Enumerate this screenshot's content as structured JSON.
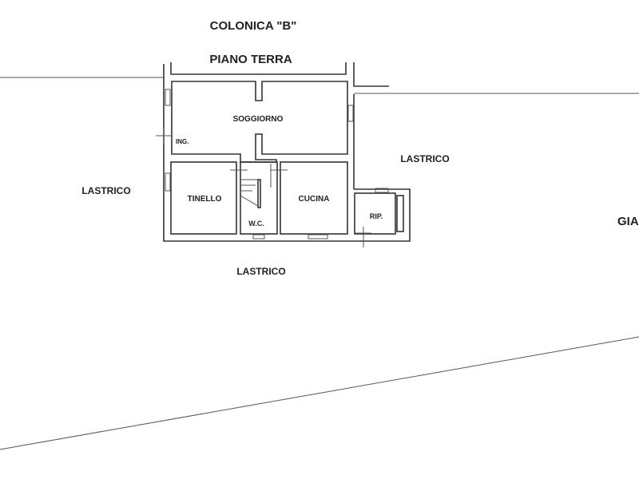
{
  "title": "COLONICA \"B\"",
  "subtitle": "PIANO TERRA",
  "rooms": {
    "soggiorno": "SOGGIORNO",
    "ingresso": "ING.",
    "tinello": "TINELLO",
    "wc": "W.C.",
    "cucina": "CUCINA",
    "ripostiglio": "RIP."
  },
  "areas": {
    "lastrico_left": "LASTRICO",
    "lastrico_right": "LASTRICO",
    "lastrico_bottom": "LASTRICO",
    "giardino_cut": "GIA"
  }
}
